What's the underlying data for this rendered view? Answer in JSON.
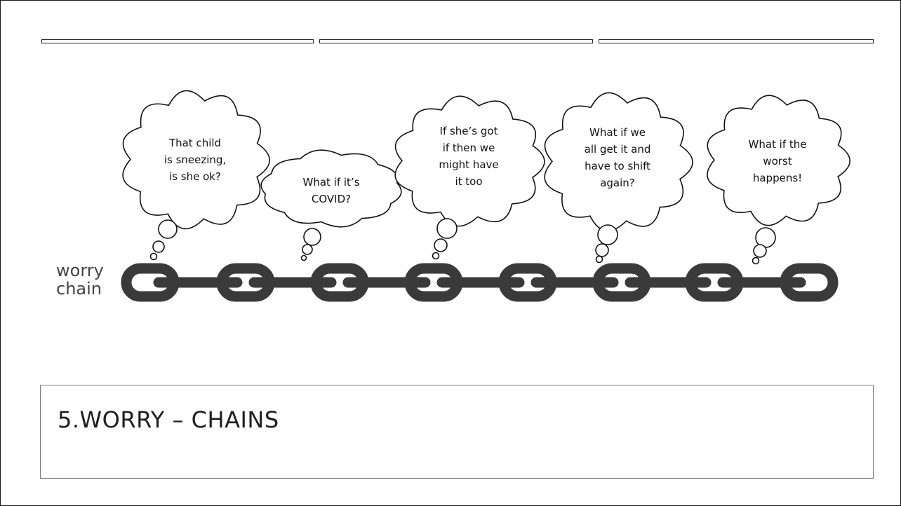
{
  "slide": {
    "title": "5.WORRY – CHAINS",
    "chain_label_lines": [
      "worry",
      "chain"
    ]
  },
  "thoughts": [
    {
      "lines": [
        "That child",
        "is sneezing,",
        "is she ok?"
      ]
    },
    {
      "lines": [
        "What if it’s",
        "COVID?"
      ]
    },
    {
      "lines": [
        "If she’s got",
        "if then we",
        "might have",
        "it too"
      ]
    },
    {
      "lines": [
        "What if we",
        "all get it and",
        "have to shift",
        "again?"
      ]
    },
    {
      "lines": [
        "What if the",
        "worst",
        "happens!"
      ]
    }
  ],
  "colors": {
    "chain": "#3a3a3a",
    "ink": "#111111",
    "label": "#444444",
    "border": "#1a1a1a"
  }
}
